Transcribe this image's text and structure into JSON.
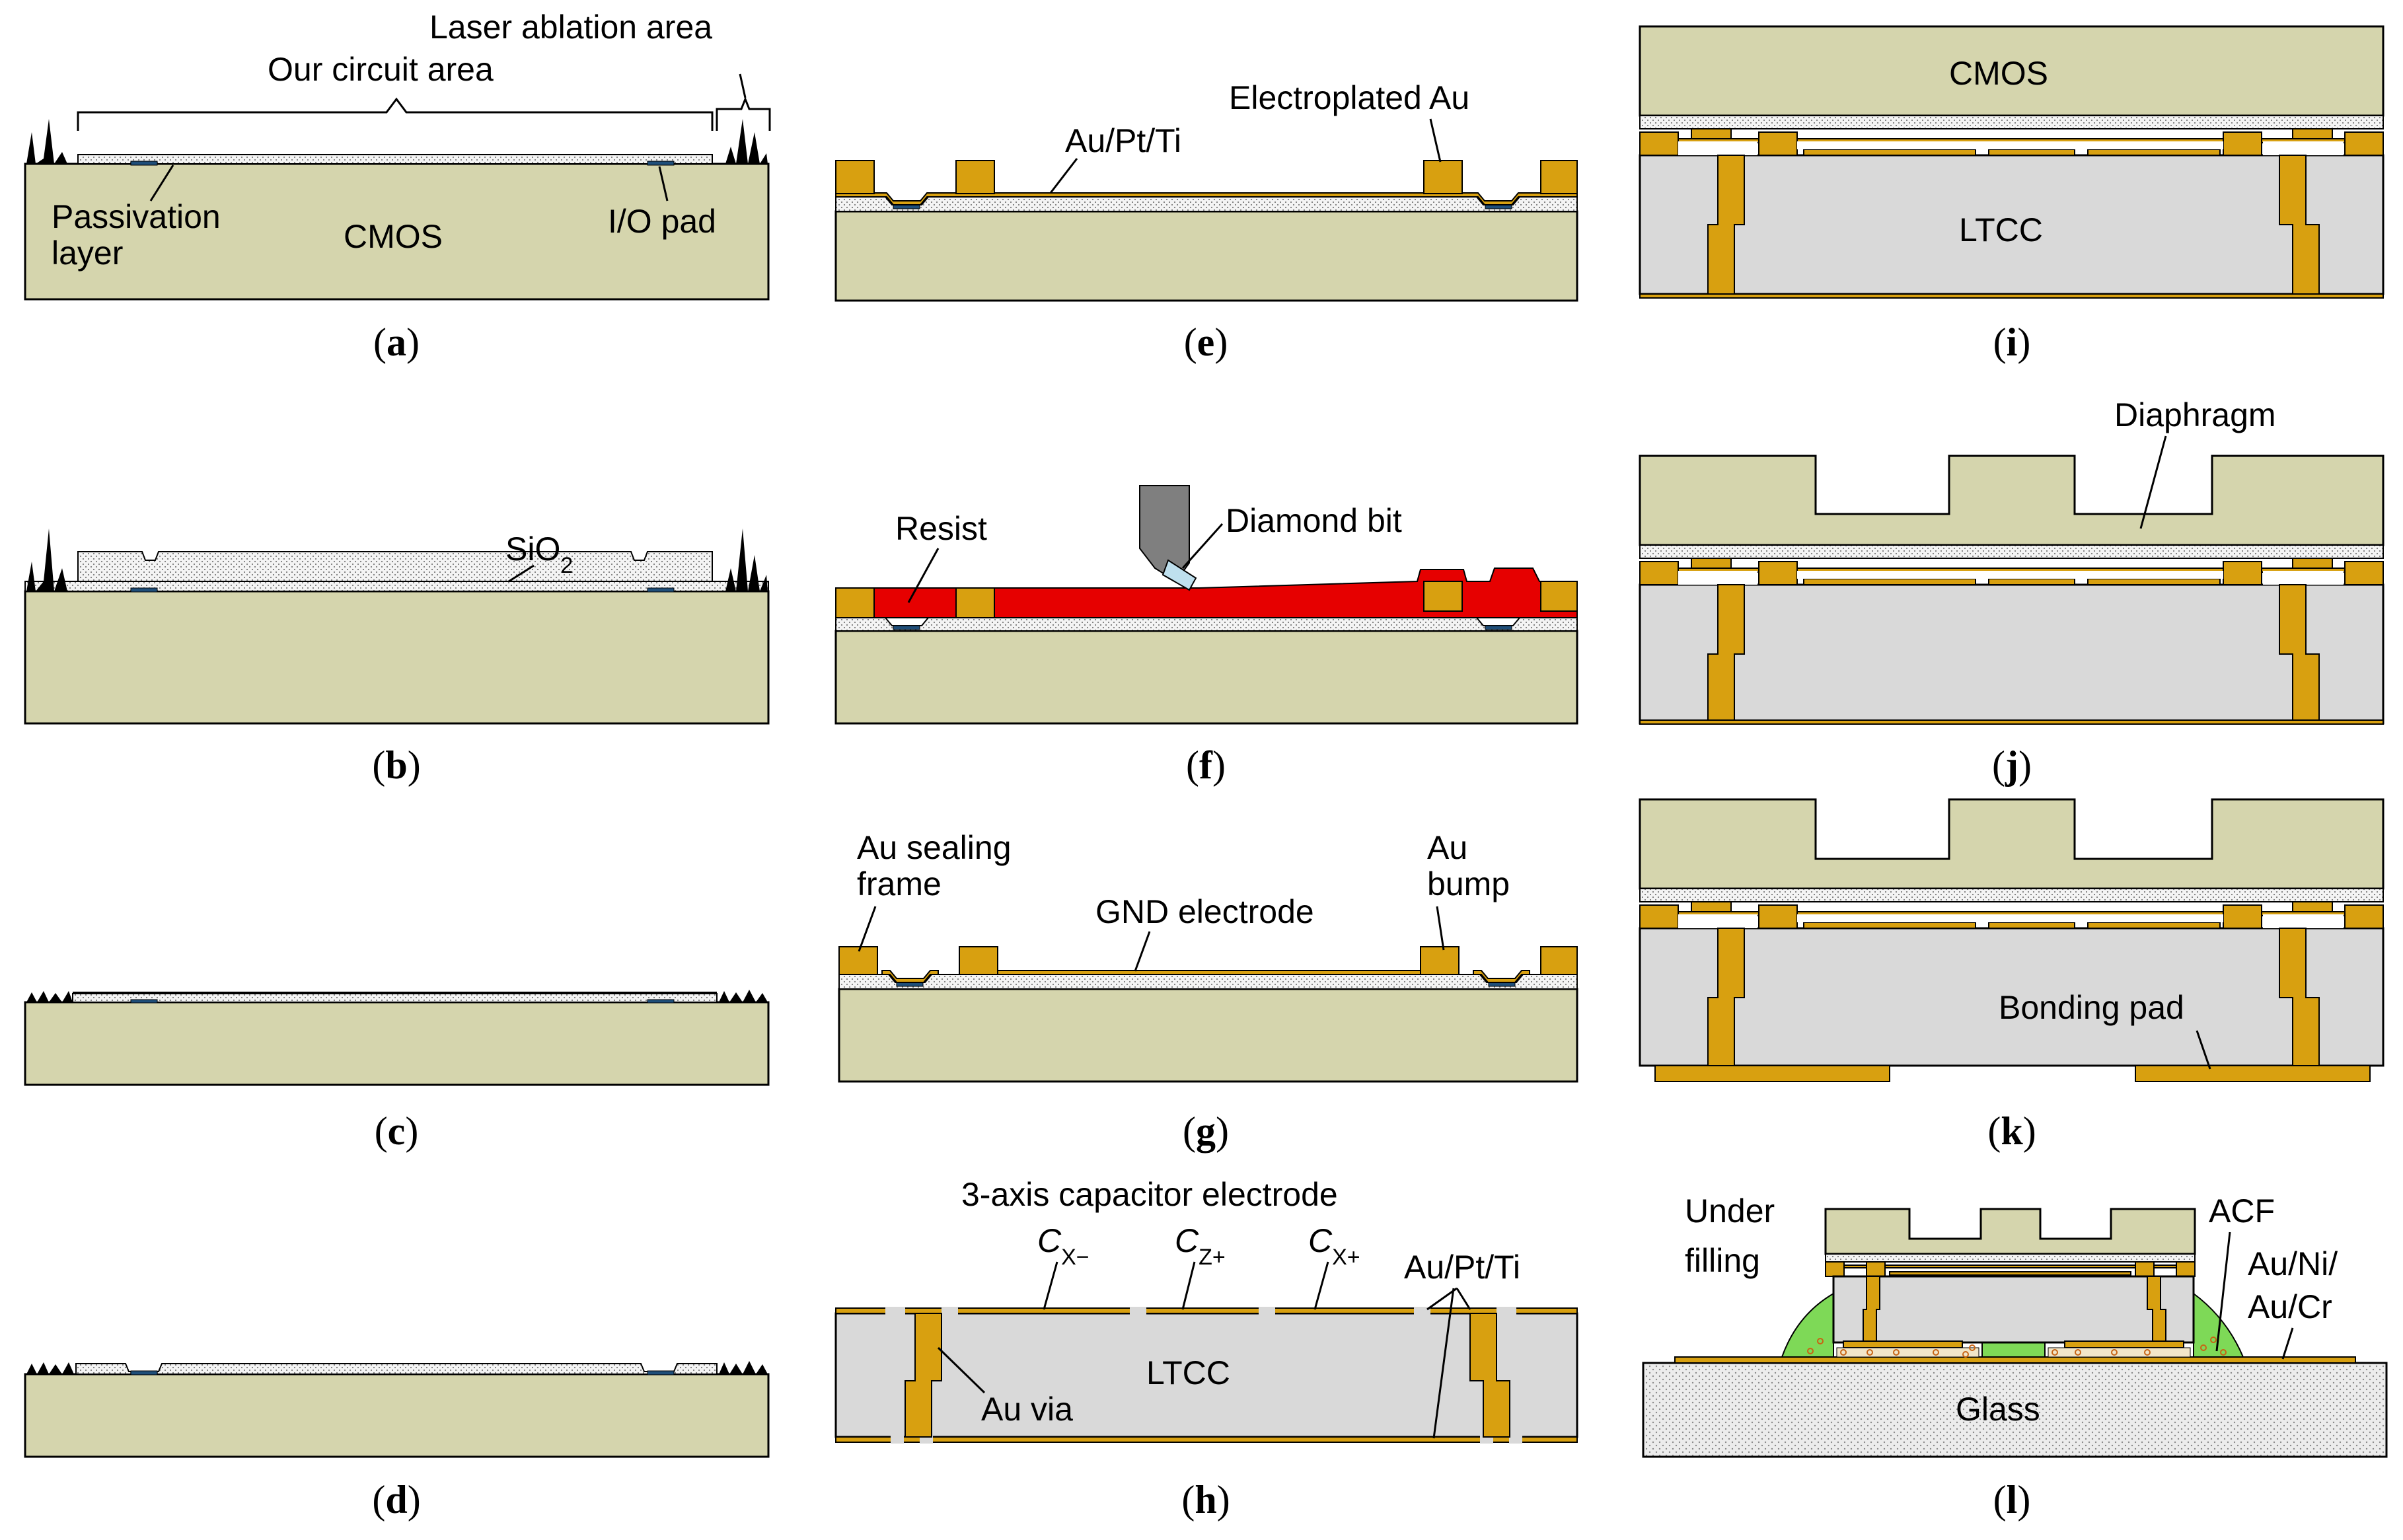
{
  "labels": {
    "a_circuit": "Our circuit area",
    "a_laser": "Laser ablation area",
    "a_passivation_1": "Passivation",
    "a_passivation_2": "layer",
    "a_cmos": "CMOS",
    "a_iopad": "I/O pad",
    "b_sio2": "SiO",
    "b_sio2_sub": "2",
    "e_electroplated": "Electroplated Au",
    "e_aupt": "Au/Pt/Ti",
    "f_resist": "Resist",
    "f_diamond": "Diamond bit",
    "g_sealing_1": "Au sealing",
    "g_sealing_2": "frame",
    "g_gnd": "GND electrode",
    "g_bump_1": "Au",
    "g_bump_2": "bump",
    "h_title": "3-axis capacitor electrode",
    "h_cx_minus": "C",
    "h_cx_minus_sub": "X−",
    "h_cz_plus": "C",
    "h_cz_plus_sub": "Z+",
    "h_cx_plus": "C",
    "h_cx_plus_sub": "X+",
    "h_aupt": "Au/Pt/Ti",
    "h_ltcc": "LTCC",
    "h_via": "Au via",
    "i_cmos": "CMOS",
    "i_ltcc": "LTCC",
    "j_diaphragm": "Diaphragm",
    "k_bonding": "Bonding pad",
    "l_under_1": "Under",
    "l_under_2": "filling",
    "l_acf": "ACF",
    "l_auni_1": "Au/Ni/",
    "l_auni_2": "Au/Cr",
    "l_glass": "Glass"
  },
  "captions": [
    "a",
    "b",
    "c",
    "d",
    "e",
    "f",
    "g",
    "h",
    "i",
    "j",
    "k",
    "l"
  ],
  "colors": {
    "cmos": "#d5d5ad",
    "ltcc": "#d9d9d9",
    "gold": "#d8a010",
    "resist": "#e60000",
    "io_pad": "#1f4e79",
    "underfill": "#7ed957",
    "tool": "#7f7f7f"
  }
}
